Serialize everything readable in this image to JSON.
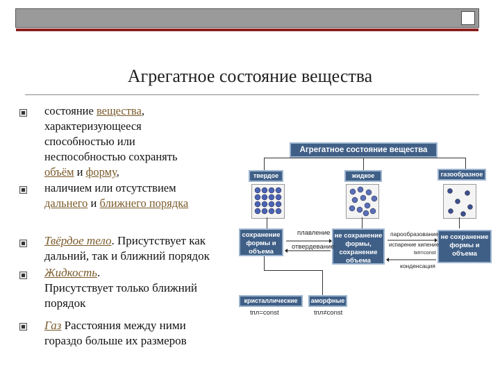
{
  "title": "Агрегатное состояние вещества",
  "bullets": {
    "b1": {
      "a": "состояние ",
      "link": "вещества",
      "b": ",",
      "l2": "характеризующееся",
      "l3": "способностью или",
      "l4": "неспособностью сохранять",
      "l5_link1": "объём",
      "l5_mid": " и ",
      "l5_link2": "форму",
      "l5_end": ","
    },
    "b2": {
      "a": "наличием или отсутствием",
      "link1": "дальнего",
      "mid": " и ",
      "link2": "ближнего порядка"
    },
    "b3": {
      "em": "Твёрдое тело",
      "a": ". Присутствует как",
      "l2": "дальний, так и ближний порядок"
    },
    "b4": {
      "em": "Жидкость",
      "a": ".",
      "l2": "Присутствует только ближний",
      "l3": "порядок"
    },
    "b5": {
      "em": "Газ",
      "a": " Расстояния между ними",
      "l2": "гораздо больше их размеров"
    }
  },
  "diagram": {
    "header": "Агрегатное состояние вещества",
    "solid": "твердое",
    "liquid": "жидкое",
    "gas": "газообразное",
    "keep_shape": "сохранение формы и объема",
    "melting": "плавление",
    "solidification": "отвердевание",
    "no_keep_shape": "не сохранение формы, сохранение объема",
    "vaporization": "парообразование",
    "evaporation": "испарение",
    "boiling": "кипение",
    "t_boil": "tкп=const",
    "condensation": "конденсация",
    "no_keep_all": "не сохранение формы и объема",
    "crystalline": "кристаллические",
    "amorphous": "аморфные",
    "t_cryst": "tпл=const",
    "t_amorph": "tпл≠const"
  },
  "colors": {
    "accent_red": "#8b1f1f",
    "box_blue": "#3f5f86",
    "link_brown": "#7a5a2a"
  }
}
